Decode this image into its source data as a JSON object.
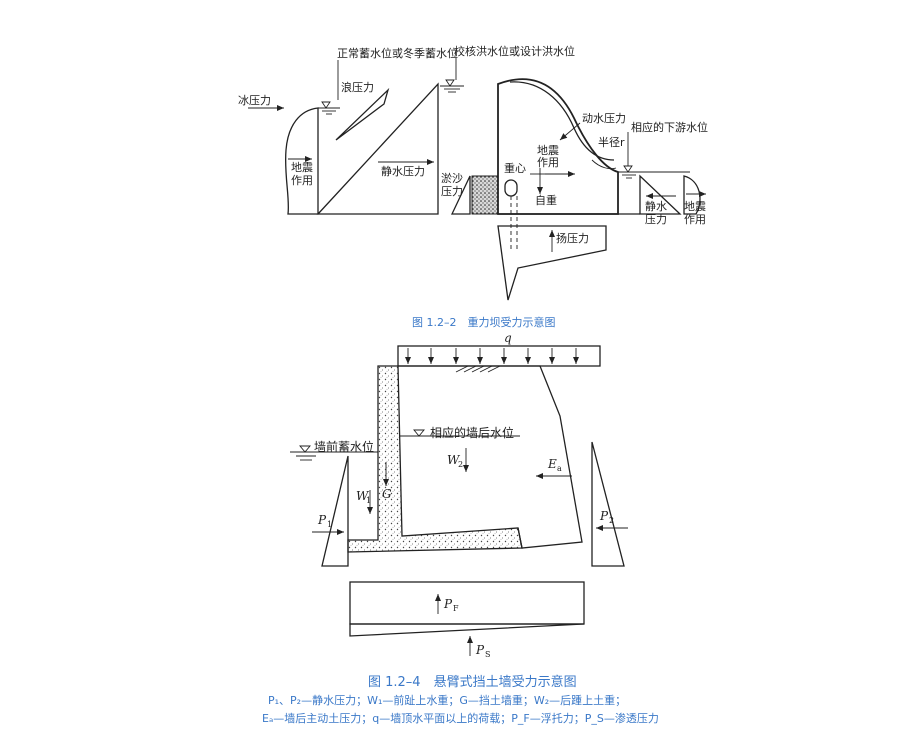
{
  "figure1": {
    "caption": "图 1.2–2　重力坝受力示意图",
    "labels": {
      "ice_pressure": "冰压力",
      "normal_water_level": "正常蓄水位或冬季蓄水位",
      "wave_pressure": "浪压力",
      "check_flood_level": "校核洪水位或设计洪水位",
      "seismic_left": "地震\n作用",
      "hydrostatic": "静水压力",
      "silt_pressure": "淤沙\n压力",
      "center_gravity": "重心",
      "self_weight": "自重",
      "seismic_mid": "地震\n作用",
      "dynamic_water": "动水压力",
      "radius": "半径r",
      "downstream_level": "相应的下游水位",
      "downstream_hydrostatic": "静水\n压力",
      "seismic_right": "地震\n作用",
      "uplift": "扬压力"
    }
  },
  "figure2": {
    "caption_title": "图 1.2–4　悬臂式挡土墙受力示意图",
    "legend_line1": "P₁、P₂—静水压力；W₁—前趾上水重；G—挡土墙重；W₂—后踵上土重；",
    "legend_line2": "Eₐ—墙后主动土压力；q—墙顶水平面以上的荷载；P_F—浮托力；P_S—渗透压力",
    "labels": {
      "q": "q",
      "front_water_level": "墙前蓄水位",
      "back_water_level": "相应的墙后水位",
      "W2": "W",
      "W2_sub": "2",
      "Ea": "E",
      "Ea_sub": "a",
      "W1": "W",
      "W1_sub": "1",
      "G": "G",
      "P1": "P",
      "P1_sub": "1",
      "P2": "P",
      "P2_sub": "2",
      "PF": "P",
      "PF_sub": "F",
      "PS": "P",
      "PS_sub": "S"
    }
  }
}
